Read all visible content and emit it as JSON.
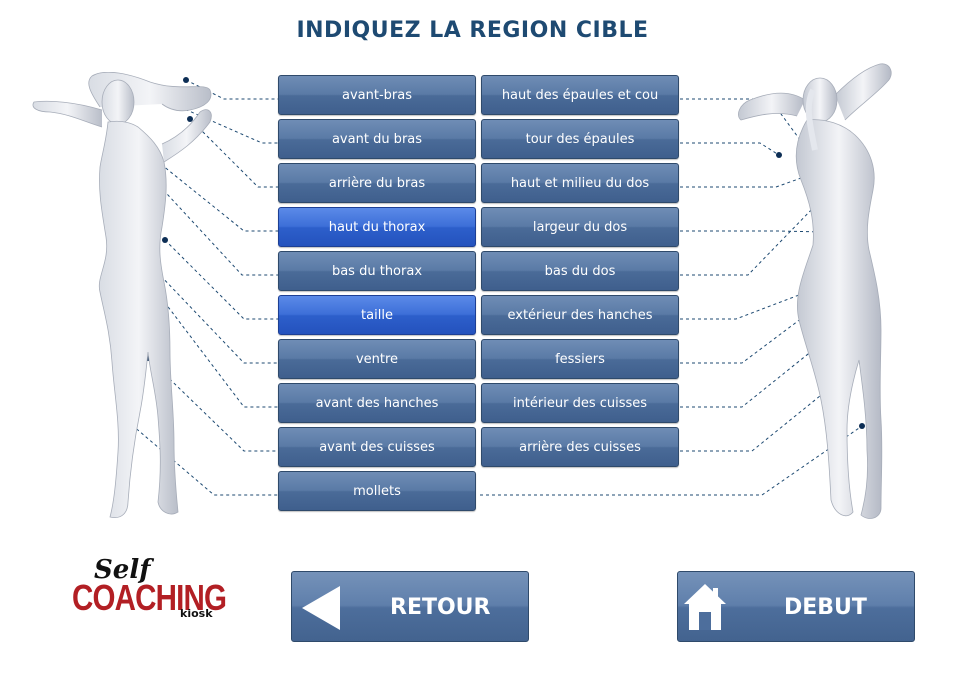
{
  "page": {
    "title": "INDIQUEZ LA REGION CIBLE"
  },
  "left_column": [
    {
      "label": "avant-bras",
      "selected": false
    },
    {
      "label": "avant du bras",
      "selected": false
    },
    {
      "label": "arrière du bras",
      "selected": false
    },
    {
      "label": "haut du thorax",
      "selected": true
    },
    {
      "label": "bas du thorax",
      "selected": false
    },
    {
      "label": "taille",
      "selected": true
    },
    {
      "label": "ventre",
      "selected": false
    },
    {
      "label": "avant des hanches",
      "selected": false
    },
    {
      "label": "avant des cuisses",
      "selected": false
    },
    {
      "label": "mollets",
      "selected": false
    }
  ],
  "right_column": [
    {
      "label": "haut des épaules et cou",
      "selected": false
    },
    {
      "label": "tour des épaules",
      "selected": false
    },
    {
      "label": "haut et milieu du dos",
      "selected": false
    },
    {
      "label": "largeur du dos",
      "selected": false
    },
    {
      "label": "bas du dos",
      "selected": false
    },
    {
      "label": "extérieur des hanches",
      "selected": false
    },
    {
      "label": "fessiers",
      "selected": false
    },
    {
      "label": "intérieur des cuisses",
      "selected": false
    },
    {
      "label": "arrière des cuisses",
      "selected": false
    }
  ],
  "nav": {
    "back_label": "RETOUR",
    "home_label": "DEBUT"
  },
  "logo": {
    "line1": "Self",
    "line2": "COACHING",
    "line3": "kiosk"
  },
  "icons": {
    "back": "left-triangle-icon",
    "home": "house-icon"
  },
  "colors": {
    "title": "#1e4a72",
    "button": "#4f6f9c",
    "selected": "#2d5fcb",
    "logo_red": "#b21f24"
  }
}
